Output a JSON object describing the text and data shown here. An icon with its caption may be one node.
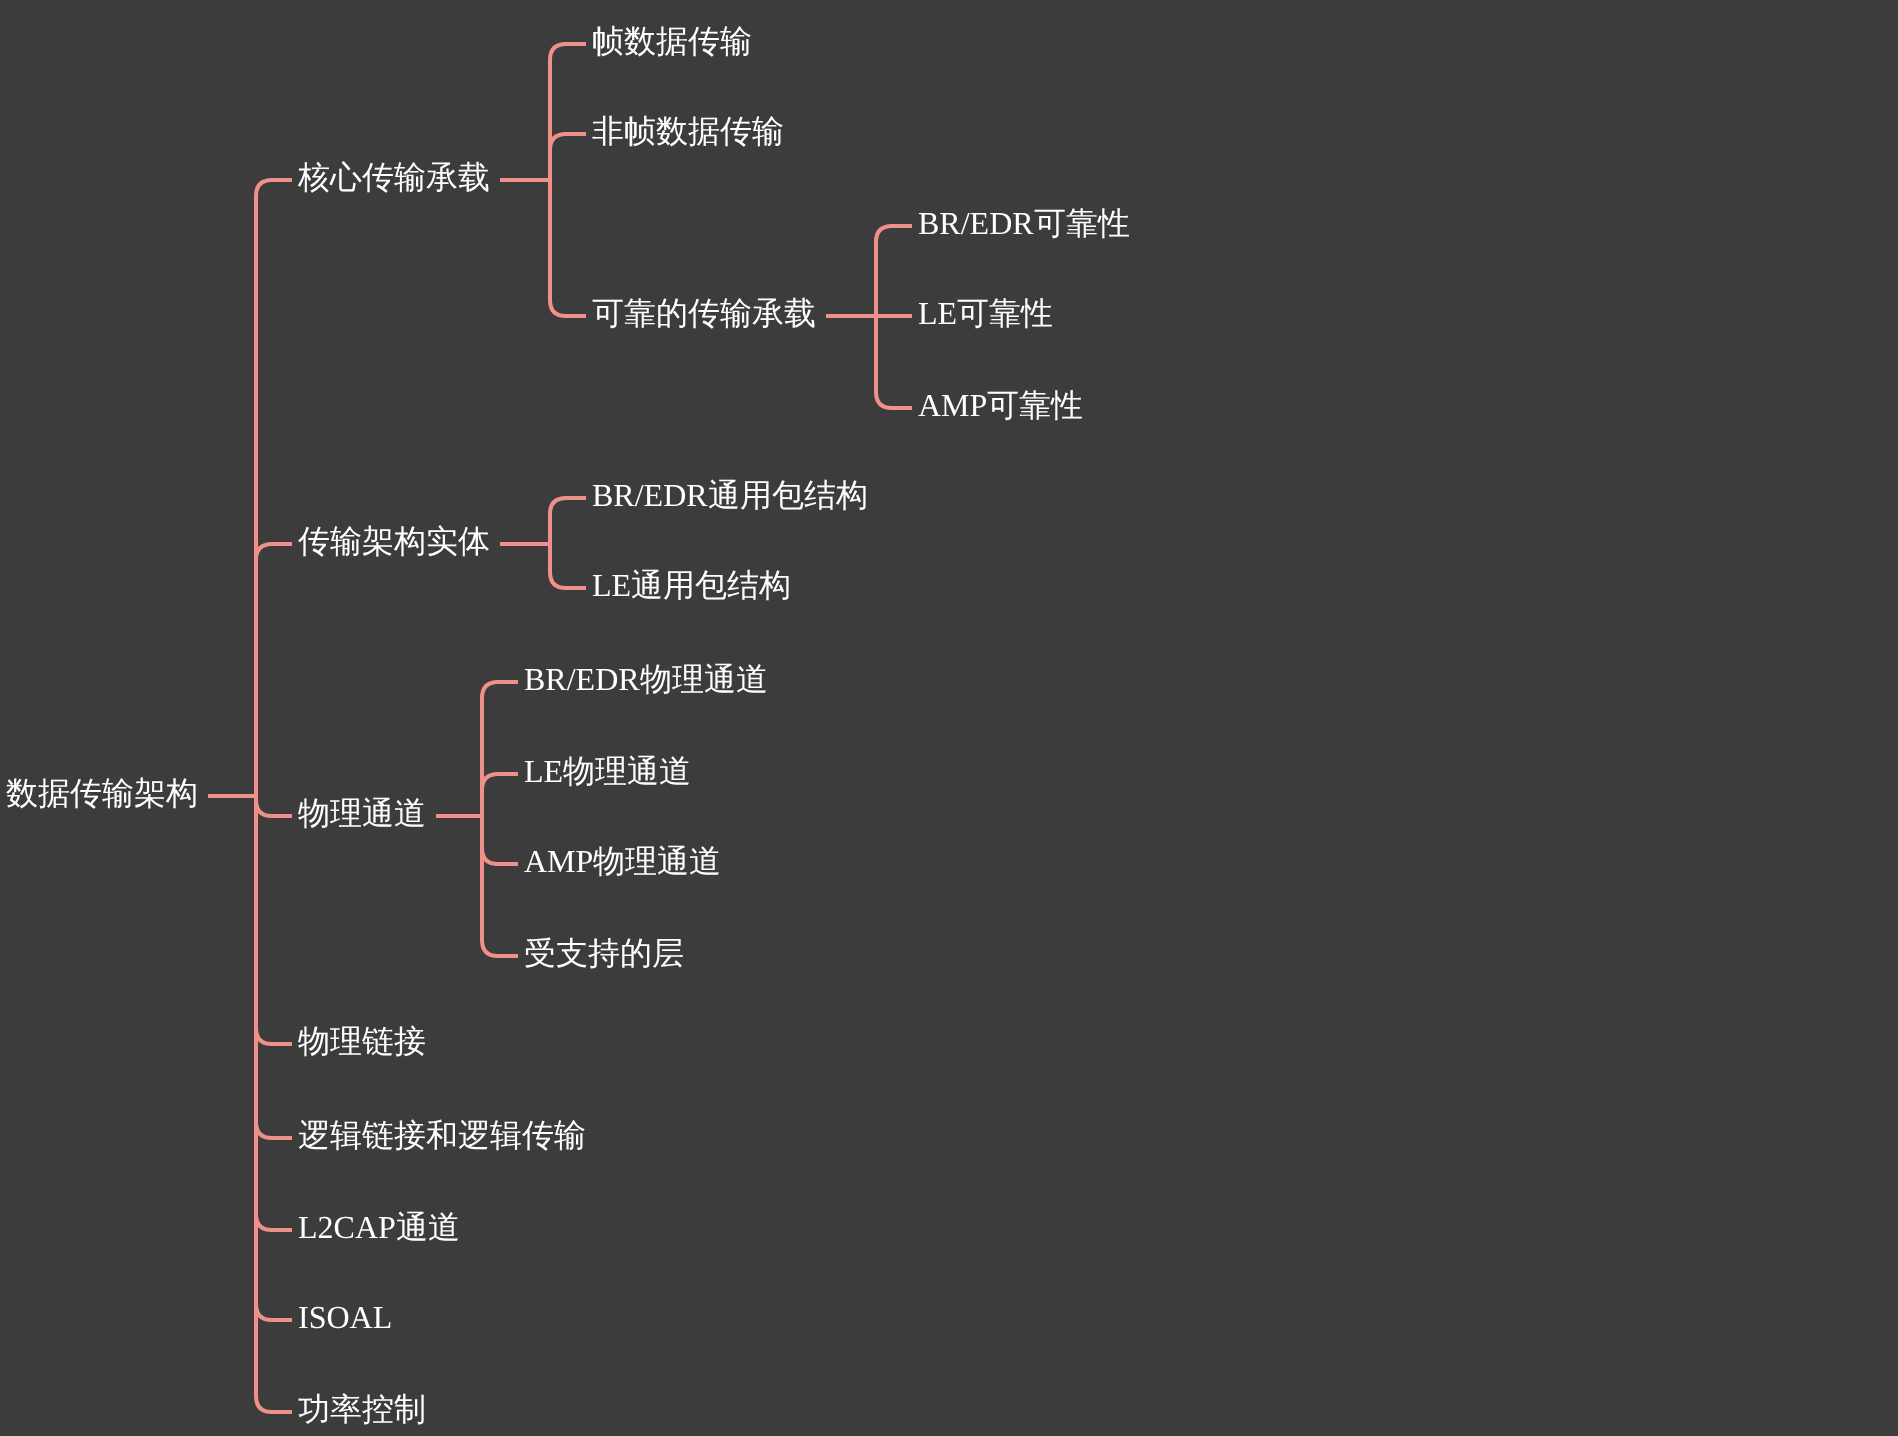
{
  "diagram": {
    "nodes": [
      {
        "text": [
          "数据传输架构"
        ]
      },
      {
        "text": [
          "核心传输承载"
        ]
      },
      {
        "text": [
          "帧数据传输"
        ]
      },
      {
        "text": [
          "非帧数据传输"
        ]
      },
      {
        "text": [
          "可靠的传输承载"
        ]
      },
      {
        "text": [
          "BR/EDR可靠性"
        ]
      },
      {
        "text": [
          "LE可靠性"
        ]
      },
      {
        "text": [
          "AMP可靠性"
        ]
      },
      {
        "text": [
          "传输架构实体"
        ]
      },
      {
        "text": [
          "BR/EDR通用包结构"
        ]
      },
      {
        "text": [
          "LE通用包结构"
        ]
      },
      {
        "text": [
          "物理通道"
        ]
      },
      {
        "text": [
          "BR/EDR物理通道"
        ]
      },
      {
        "text": [
          "LE物理通道"
        ]
      },
      {
        "text": [
          "AMP物理通道"
        ]
      },
      {
        "text": [
          "受支持的层"
        ]
      },
      {
        "text": [
          "物理链接"
        ]
      },
      {
        "text": [
          "逻辑链接和逻辑传输"
        ]
      },
      {
        "text": [
          "L2CAP通道"
        ]
      },
      {
        "text": [
          "ISOAL"
        ]
      },
      {
        "text": [
          "功率控制"
        ]
      }
    ],
    "edges": [
      {
        "from": 0,
        "to": 1,
        "arrow": "none"
      },
      {
        "from": 1,
        "to": 2,
        "arrow": "none"
      },
      {
        "from": 1,
        "to": 3,
        "arrow": "none"
      },
      {
        "from": 1,
        "to": 4,
        "arrow": "none"
      },
      {
        "from": 4,
        "to": 5,
        "arrow": "none"
      },
      {
        "from": 4,
        "to": 6,
        "arrow": "none"
      },
      {
        "from": 4,
        "to": 7,
        "arrow": "none"
      },
      {
        "from": 0,
        "to": 8,
        "arrow": "none"
      },
      {
        "from": 8,
        "to": 9,
        "arrow": "none"
      },
      {
        "from": 8,
        "to": 10,
        "arrow": "none"
      },
      {
        "from": 0,
        "to": 11,
        "arrow": "none"
      },
      {
        "from": 11,
        "to": 12,
        "arrow": "none"
      },
      {
        "from": 11,
        "to": 13,
        "arrow": "none"
      },
      {
        "from": 11,
        "to": 14,
        "arrow": "none"
      },
      {
        "from": 11,
        "to": 15,
        "arrow": "none"
      },
      {
        "from": 0,
        "to": 16,
        "arrow": "none"
      },
      {
        "from": 0,
        "to": 17,
        "arrow": "none"
      },
      {
        "from": 0,
        "to": 18,
        "arrow": "none"
      },
      {
        "from": 0,
        "to": 19,
        "arrow": "none"
      },
      {
        "from": 0,
        "to": 20,
        "arrow": "none"
      }
    ]
  }
}
